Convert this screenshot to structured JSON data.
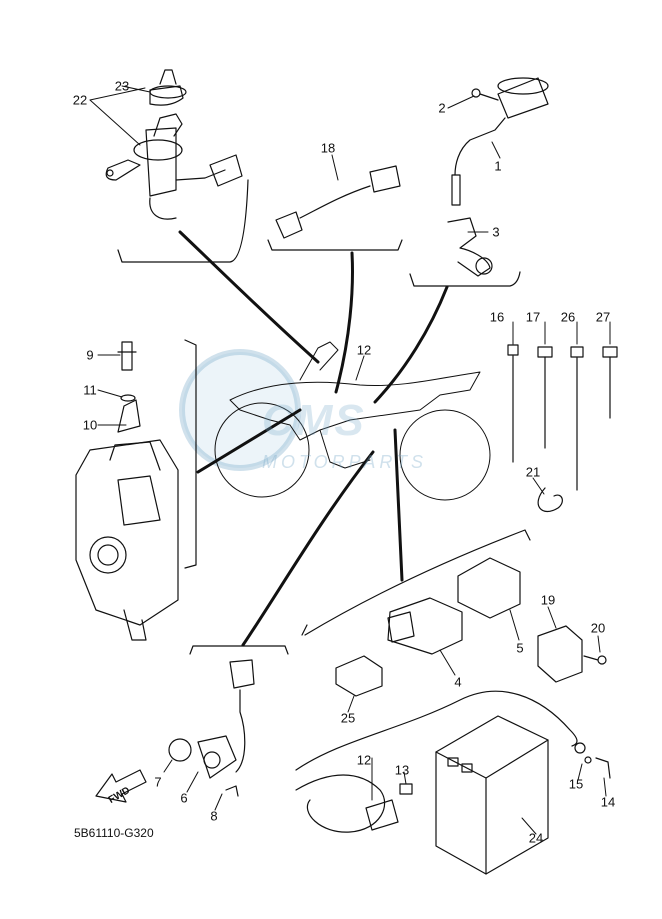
{
  "diagram_code": "5B61110-G320",
  "watermark": {
    "brand": "CMS",
    "sub": "MOTORPARTS"
  },
  "fwd_label": "FWD",
  "callouts": {
    "c1": "1",
    "c2": "2",
    "c3": "3",
    "c4": "4",
    "c5": "5",
    "c6": "6",
    "c7": "7",
    "c8": "8",
    "c9": "9",
    "c10": "10",
    "c11": "11",
    "c12a": "12",
    "c12b": "12",
    "c13": "13",
    "c14": "14",
    "c15": "15",
    "c16": "16",
    "c17": "17",
    "c18": "18",
    "c19": "19",
    "c20": "20",
    "c21": "21",
    "c22": "22",
    "c23": "23",
    "c24": "24",
    "c25": "25",
    "c26": "26",
    "c27": "27"
  }
}
